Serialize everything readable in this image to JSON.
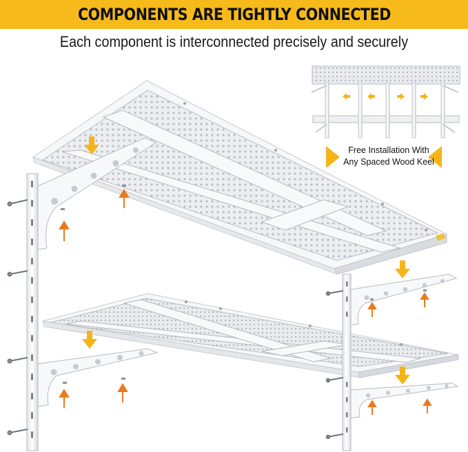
{
  "header": {
    "title": "COMPONENTS ARE TIGHTLY CONNECTED",
    "subtitle": "Each component is interconnected precisely and securely"
  },
  "inset": {
    "caption_line1": "Free Installation With",
    "caption_line2": "Any Spaced Wood Keel"
  },
  "colors": {
    "banner": "#f6bb1b",
    "arrow_down": "#f5b418",
    "arrow_up": "#ea7a1f",
    "metal": "#f4f5f7",
    "metal_shade": "#c9ccd1",
    "perforation": "#dfe2e6"
  },
  "icons": [
    "arrow-down-icon",
    "arrow-up-icon",
    "screw-icon",
    "double-arrow-icon"
  ]
}
